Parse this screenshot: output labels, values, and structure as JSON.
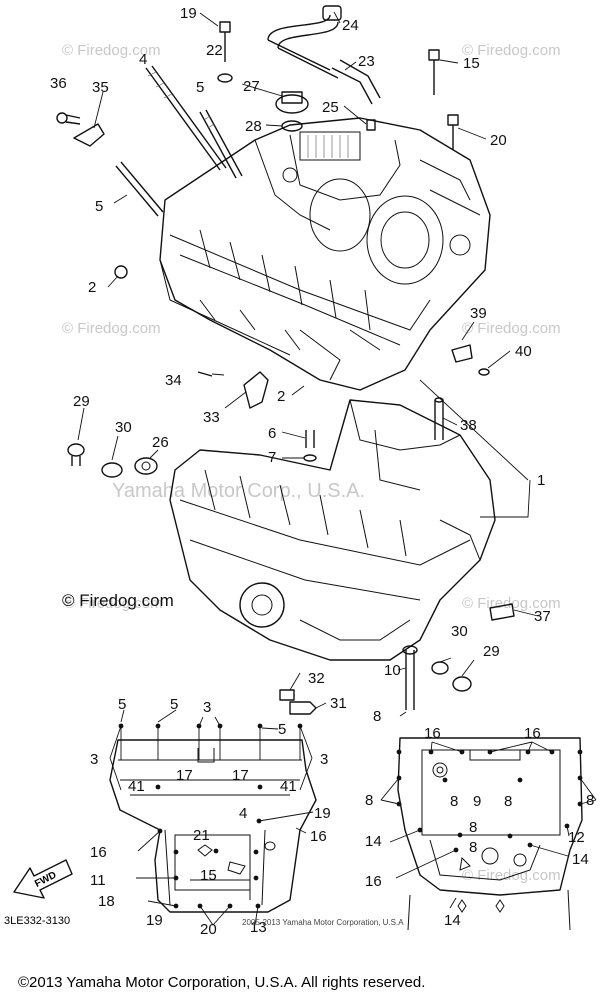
{
  "diagram": {
    "ref_code": "3LE332-3130",
    "fwd_label": "FWD",
    "inner_copyright": "2005-2013 Yamaha Motor Corporation, U.S.A",
    "footer": "©2013 Yamaha Motor Corporation, U.S.A. All rights reserved.",
    "watermarks": {
      "small": "© Firedog.com",
      "large": "© Firedog.com",
      "faint": "Yamaha Motor Corp., U.S.A."
    },
    "callouts": {
      "c1": "1",
      "c2a": "2",
      "c2b": "2",
      "c4": "4",
      "c5a": "5",
      "c5b": "5",
      "c6": "6",
      "c7": "7",
      "c8": "8",
      "c10": "10",
      "c15": "15",
      "c19": "19",
      "c20": "20",
      "c22": "22",
      "c23": "23",
      "c24": "24",
      "c25": "25",
      "c26": "26",
      "c27": "27",
      "c28": "28",
      "c29a": "29",
      "c29b": "29",
      "c30a": "30",
      "c30b": "30",
      "c31": "31",
      "c32": "32",
      "c33": "33",
      "c34": "34",
      "c35": "35",
      "c36": "36",
      "c37": "37",
      "c38": "38",
      "c39": "39",
      "c40": "40"
    },
    "bottom_left": {
      "l5a": "5",
      "l5b": "5",
      "l3a": "3",
      "l5c": "5",
      "l3b": "3",
      "l3c": "3",
      "l41a": "41",
      "l17a": "17",
      "l4": "4",
      "l17b": "17",
      "l41b": "41",
      "l19a": "19",
      "l16a": "16",
      "l16b": "16",
      "l21": "21",
      "l11": "11",
      "l15": "15",
      "l18": "18",
      "l19b": "19",
      "l20": "20",
      "l13": "13"
    },
    "bottom_right": {
      "r16": "16",
      "r16b": "16",
      "r8a": "8",
      "r8b": "8",
      "r9": "9",
      "r8c": "8",
      "r8d": "8",
      "r8e": "8",
      "r12": "12",
      "r14a": "14",
      "r8f": "8",
      "r14b": "14",
      "r16c": "16",
      "r14c": "14"
    }
  }
}
